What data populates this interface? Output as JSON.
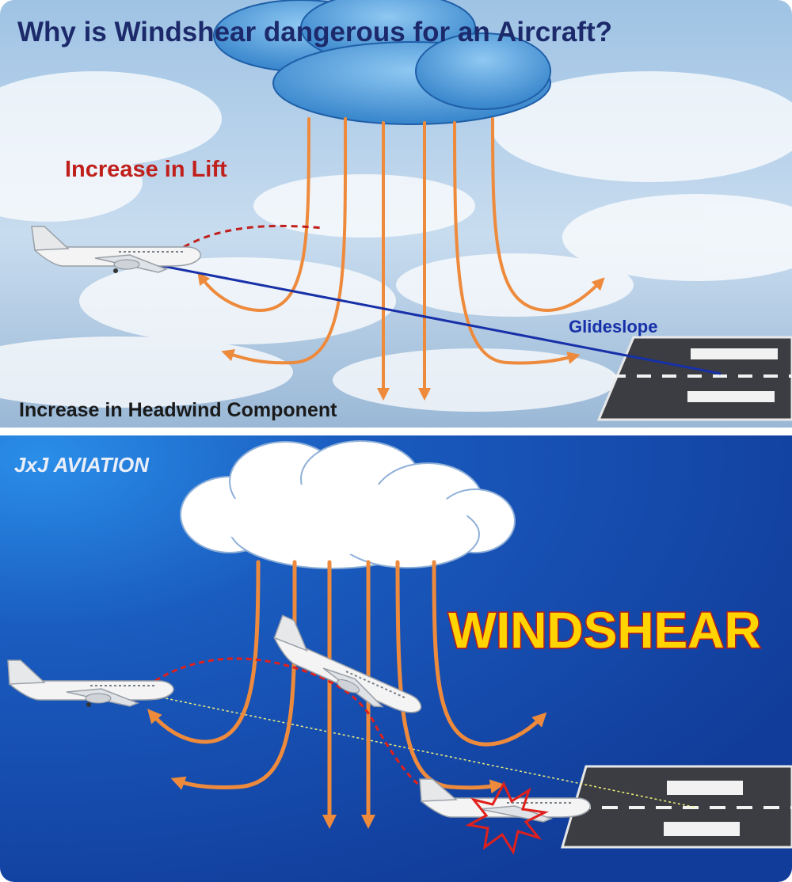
{
  "top_panel": {
    "title": "Why is Windshear dangerous for an Aircraft?",
    "lift_label": "Increase in Lift",
    "glideslope_label": "Glideslope",
    "headwind_label": "Increase in Headwind Component"
  },
  "bottom_panel": {
    "brand": "JxJ AVIATION",
    "headline": "WINDSHEAR"
  },
  "colors": {
    "title": "#1c2a6b",
    "lift_label": "#c0201c",
    "glideslope": "#1730a8",
    "wind_arrows": "#ee8a3c",
    "bottom_bg": "#1646a8",
    "headline_fill": "#ffd400",
    "headline_stroke": "#b81c1c",
    "impact": "#e0201c"
  }
}
